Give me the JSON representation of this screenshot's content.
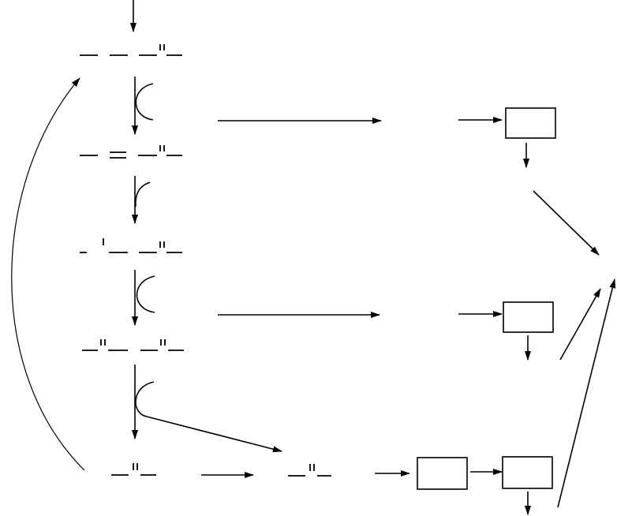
{
  "diagram": {
    "type": "reaction-flow-diagram",
    "stroke_color": "#000000",
    "background": "#ffffff",
    "nodes": [
      {
        "id": "structure-1",
        "kind": "structure-fragment"
      },
      {
        "id": "structure-2",
        "kind": "structure-fragment"
      },
      {
        "id": "structure-3",
        "kind": "structure-fragment"
      },
      {
        "id": "structure-4",
        "kind": "structure-fragment"
      },
      {
        "id": "structure-5",
        "kind": "structure-fragment"
      },
      {
        "id": "structure-6",
        "kind": "structure-fragment"
      },
      {
        "id": "box-1",
        "kind": "empty-box"
      },
      {
        "id": "box-2",
        "kind": "empty-box"
      },
      {
        "id": "box-3",
        "kind": "empty-box"
      },
      {
        "id": "box-4",
        "kind": "empty-box"
      }
    ]
  }
}
